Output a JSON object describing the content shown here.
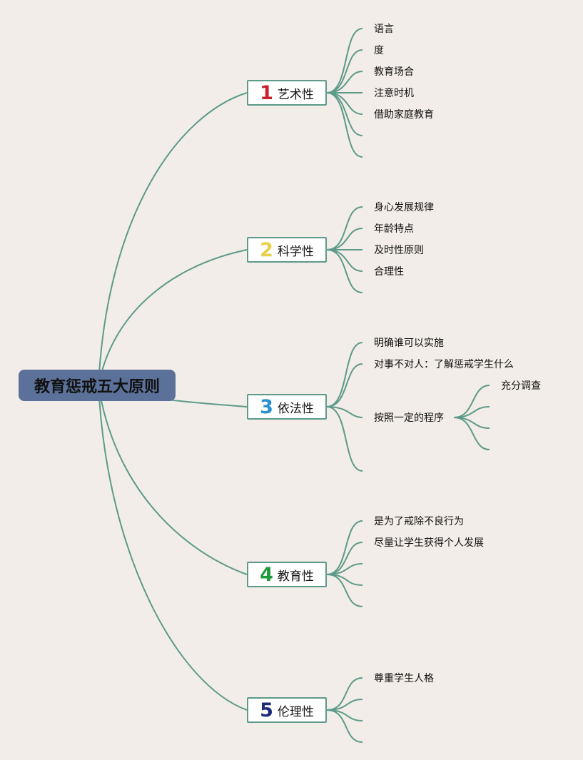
{
  "root": {
    "label": "教育惩戒五大原则"
  },
  "branches": [
    {
      "num": "1",
      "label": "艺术性",
      "color": "#c9202f",
      "items": [
        "语言",
        "度",
        "教育场合",
        "注意时机",
        "借助家庭教育"
      ]
    },
    {
      "num": "2",
      "label": "科学性",
      "color": "#e6d04a",
      "items": [
        "身心发展规律",
        "年龄特点",
        "及时性原则",
        "合理性"
      ]
    },
    {
      "num": "3",
      "label": "依法性",
      "color": "#2a8fd1",
      "items": [
        "明确谁可以实施",
        "对事不对人：了解惩戒学生什么",
        "按照一定的程序"
      ],
      "sub": {
        "parent": "按照一定的程序",
        "items": [
          "充分调查"
        ]
      }
    },
    {
      "num": "4",
      "label": "教育性",
      "color": "#1e9a3a",
      "items": [
        "是为了戒除不良行为",
        "尽量让学生获得个人发展"
      ]
    },
    {
      "num": "5",
      "label": "伦理性",
      "color": "#1d2a7a",
      "items": [
        "尊重学生人格"
      ]
    }
  ]
}
